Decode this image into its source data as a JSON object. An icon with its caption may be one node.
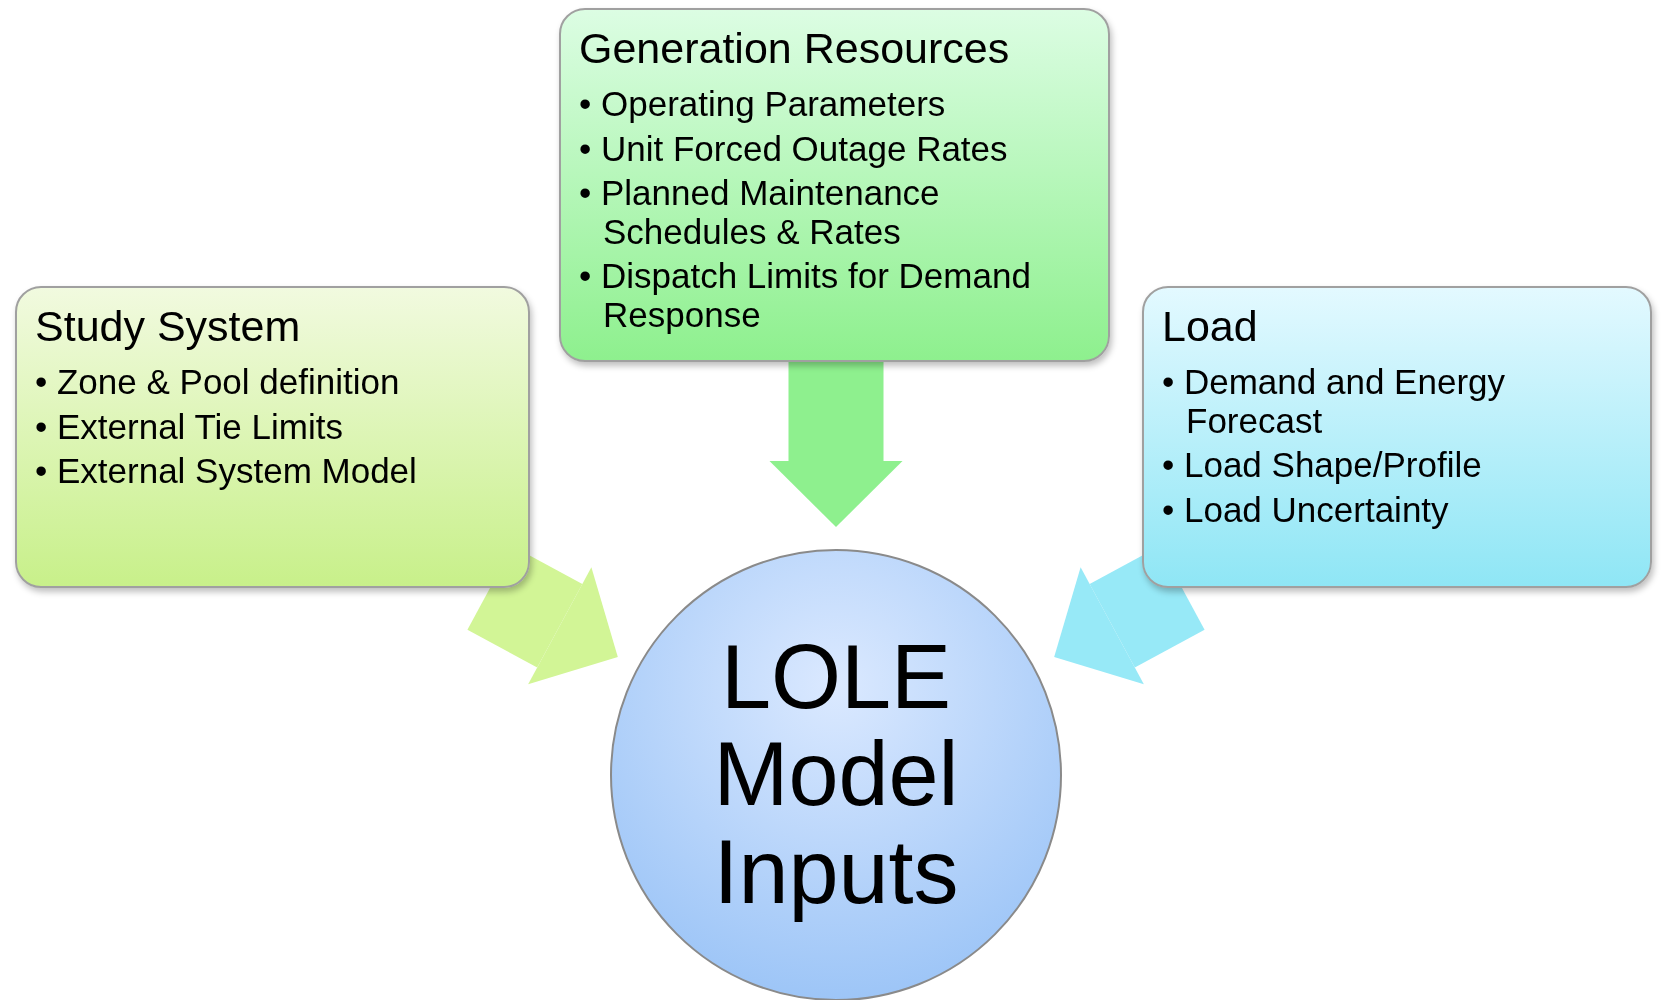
{
  "diagram": {
    "nodes": [
      {
        "text": [
          "Generation Resources",
          "• Operating Parameters",
          "• Unit Forced Outage Rates",
          "• Planned Maintenance Schedules & Rates",
          "• Dispatch Limits for Demand Response"
        ]
      },
      {
        "text": [
          "Study System",
          "• Zone & Pool definition",
          "• External Tie Limits",
          "• External System Model"
        ]
      },
      {
        "text": [
          "Load",
          "• Demand and Energy Forecast",
          "• Load Shape/Profile",
          "• Load Uncertainty"
        ]
      },
      {
        "text": [
          "LOLE Model Inputs"
        ]
      }
    ],
    "edges": [
      {
        "from": 0,
        "to": 3,
        "arrow": "to",
        "color": "#8ef08e"
      },
      {
        "from": 1,
        "to": 3,
        "arrow": "to",
        "color": "#d2f596"
      },
      {
        "from": 2,
        "to": 3,
        "arrow": "to",
        "color": "#97e9f7"
      }
    ]
  }
}
